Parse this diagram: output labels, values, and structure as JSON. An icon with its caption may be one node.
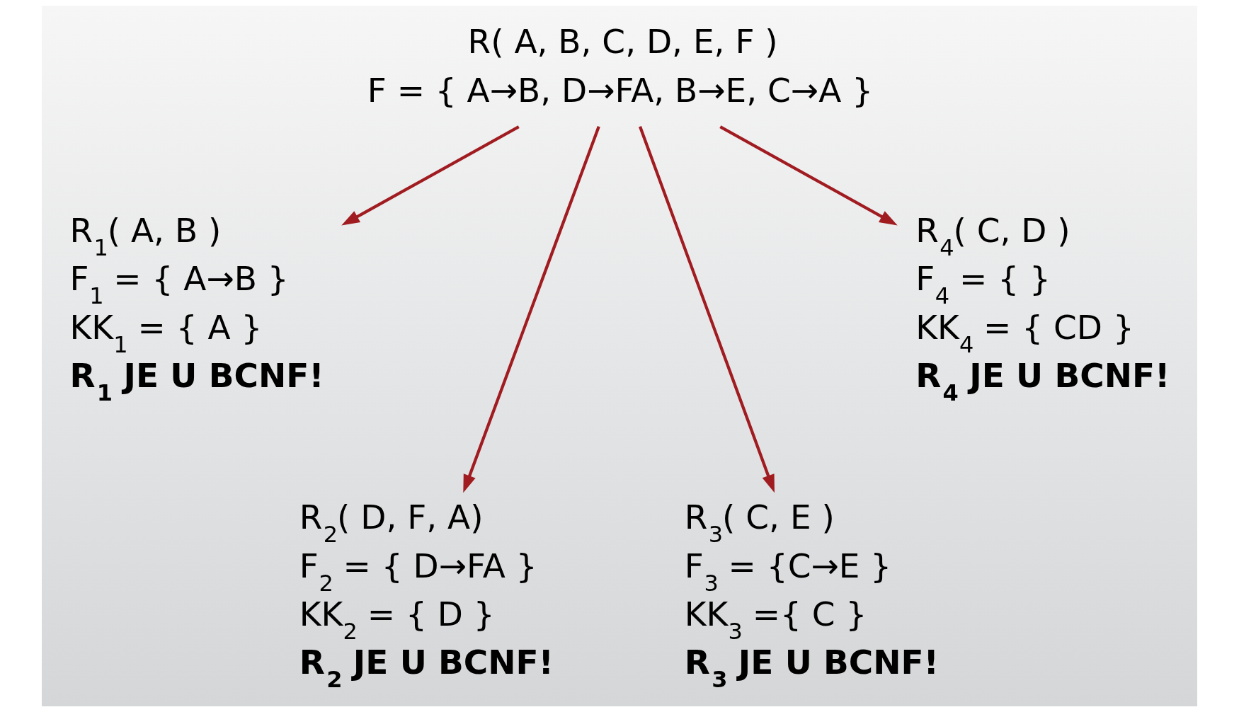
{
  "diagram": {
    "nodes": [
      {
        "text": [
          "R( A, B, C, D, E, F )",
          "F = { A→B, D→FA, B→E, C→A }"
        ]
      },
      {
        "text": [
          "R$_{1}$( A, B )",
          "F$_{1}$ = { A→B }",
          "KK$_{1}$ = { A }",
          "R$_{1}$ JE U BCNF!"
        ]
      },
      {
        "text": [
          "R$_{2}$( D, F, A)",
          "F$_{2}$ = { D→FA }",
          "KK$_{2}$ = { D }",
          "R$_{2}$ JE U BCNF!"
        ]
      },
      {
        "text": [
          "R$_{3}$( C, E )",
          "F$_{3}$ = {C→E }",
          "KK$_{3}$ ={ C }",
          "R$_{3}$ JE U BCNF!"
        ]
      },
      {
        "text": [
          "R$_{4}$( C, D )",
          "F$_{4}$ = { }",
          "KK$_{4}$ = { CD }",
          "R$_{4}$ JE U BCNF!"
        ]
      }
    ],
    "edges": [
      {
        "from": 0,
        "to": 1,
        "arrow": "to"
      },
      {
        "from": 0,
        "to": 2,
        "arrow": "to"
      },
      {
        "from": 0,
        "to": 3,
        "arrow": "to"
      },
      {
        "from": 0,
        "to": 4,
        "arrow": "to"
      }
    ]
  }
}
